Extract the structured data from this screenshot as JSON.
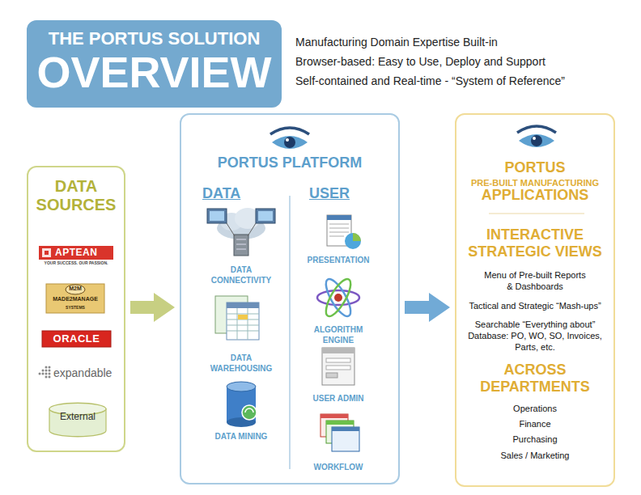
{
  "diagram": {
    "nodes": [
      {
        "text": [
          "THE PORTUS SOLUTION",
          "OVERVIEW"
        ]
      },
      {
        "text": [
          "DATA SOURCES"
        ]
      },
      {
        "text": [
          "External"
        ],
        "in": 1
      },
      {
        "text": [
          "PORTUS PLATFORM"
        ]
      },
      {
        "text": [
          "PORTUS",
          "PRE-BUILT MANUFACTURING",
          "APPLICATIONS",
          "INTERACTIVE STRATEGIC VIEWS",
          "Menu of Pre-built Reports & Dashboards",
          "Tactical and Strategic “Mash-ups”",
          "Searchable “Everything about” Database: PO, WO, SO, Invoices, Parts, etc.",
          "ACROSS DEPARTMENTS",
          "Operations",
          "Finance",
          "Purchasing",
          "Sales / Marketing"
        ]
      }
    ],
    "edges": [
      {
        "from": 1,
        "to": 3,
        "arrow": "to"
      },
      {
        "from": 3,
        "to": 4,
        "arrow": "to"
      }
    ],
    "labels": [
      "Manufacturing Domain Expertise Built-in",
      "Browser-based: Easy to Use, Deploy and Support",
      "Self-contained and Real-time - “System of Reference”",
      "APTEAN",
      "YOUR SUCCESS. OUR PASSION.",
      "M2M",
      "MADE2MANAGE",
      "SYSTEMS",
      "ORACLE",
      "expandable",
      "DATA",
      "USER",
      "DATA CONNECTIVITY",
      "DATA WAREHOUSING",
      "DATA MINING",
      "PRESENTATION",
      "ALGORITHM ENGINE",
      "USER ADMIN",
      "WORKFLOW"
    ]
  }
}
